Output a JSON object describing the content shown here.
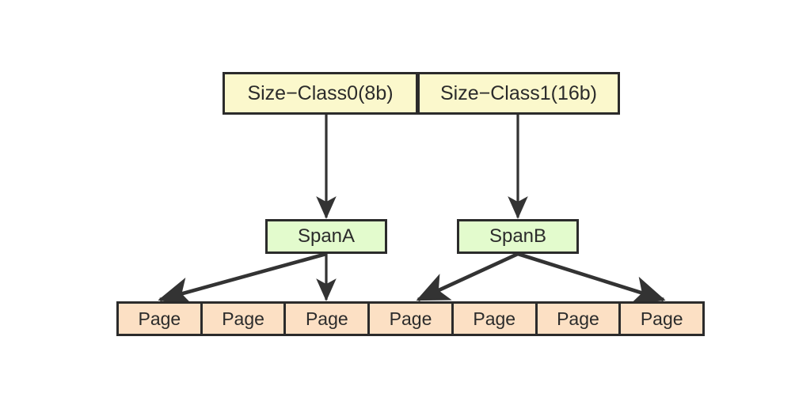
{
  "diagram": {
    "title_text_present": false,
    "background_color": "#ffffff",
    "stroke_color": "#2b2b2b",
    "colors": {
      "size_class_fill": "#fbf8cc",
      "span_fill": "#e3fbcd",
      "page_fill": "#fce0c4",
      "edge": "#333333",
      "text": "#2b2b2b"
    },
    "size_classes": [
      {
        "label": "Size−Class0(8b)"
      },
      {
        "label": "Size−Class1(16b)"
      }
    ],
    "spans": [
      {
        "label": "SpanA"
      },
      {
        "label": "SpanB"
      }
    ],
    "pages": [
      {
        "label": "Page"
      },
      {
        "label": "Page"
      },
      {
        "label": "Page"
      },
      {
        "label": "Page"
      },
      {
        "label": "Page"
      },
      {
        "label": "Page"
      },
      {
        "label": "Page"
      }
    ],
    "edges": [
      {
        "from": "Size−Class0(8b)",
        "to": "SpanA",
        "kind": "vertical-arrow"
      },
      {
        "from": "Size−Class1(16b)",
        "to": "SpanB",
        "kind": "vertical-arrow"
      },
      {
        "from": "SpanA",
        "to": "Page1",
        "kind": "diagonal-arrow"
      },
      {
        "from": "SpanA",
        "to": "Page3",
        "kind": "vertical-arrow"
      },
      {
        "from": "SpanB",
        "to": "Page4",
        "kind": "diagonal-arrow"
      },
      {
        "from": "SpanB",
        "to": "Page7",
        "kind": "diagonal-arrow"
      }
    ]
  }
}
